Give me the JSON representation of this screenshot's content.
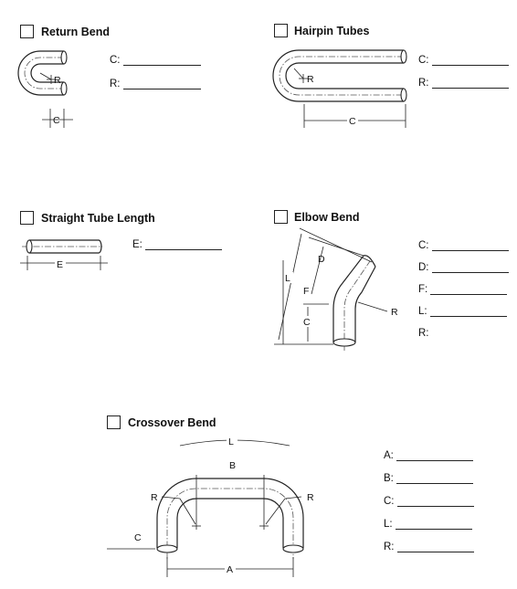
{
  "sections": {
    "return_bend": {
      "title": "Return Bend",
      "fields": [
        {
          "label": "C:"
        },
        {
          "label": "R:"
        }
      ],
      "diagram_labels": {
        "r": "R",
        "c": "C"
      }
    },
    "hairpin_tubes": {
      "title": "Hairpin Tubes",
      "fields": [
        {
          "label": "C:"
        },
        {
          "label": "R:"
        }
      ],
      "diagram_labels": {
        "r": "R",
        "c": "C"
      }
    },
    "straight_tube_length": {
      "title": "Straight Tube Length",
      "fields": [
        {
          "label": "E:"
        }
      ],
      "diagram_labels": {
        "e": "E"
      }
    },
    "elbow_bend": {
      "title": "Elbow Bend",
      "fields": [
        {
          "label": "C:"
        },
        {
          "label": "D:"
        },
        {
          "label": "F:"
        },
        {
          "label": "L:"
        },
        {
          "label": "R:"
        }
      ],
      "diagram_labels": {
        "l": "L",
        "d": "D",
        "f": "F",
        "c": "C",
        "r": "R"
      }
    },
    "crossover_bend": {
      "title": "Crossover Bend",
      "fields": [
        {
          "label": "A:"
        },
        {
          "label": "B:"
        },
        {
          "label": "C:"
        },
        {
          "label": "L:"
        },
        {
          "label": "R:"
        }
      ],
      "diagram_labels": {
        "l": "L",
        "b": "B",
        "r_left": "R",
        "r_right": "R",
        "c": "C",
        "a": "A"
      }
    }
  }
}
